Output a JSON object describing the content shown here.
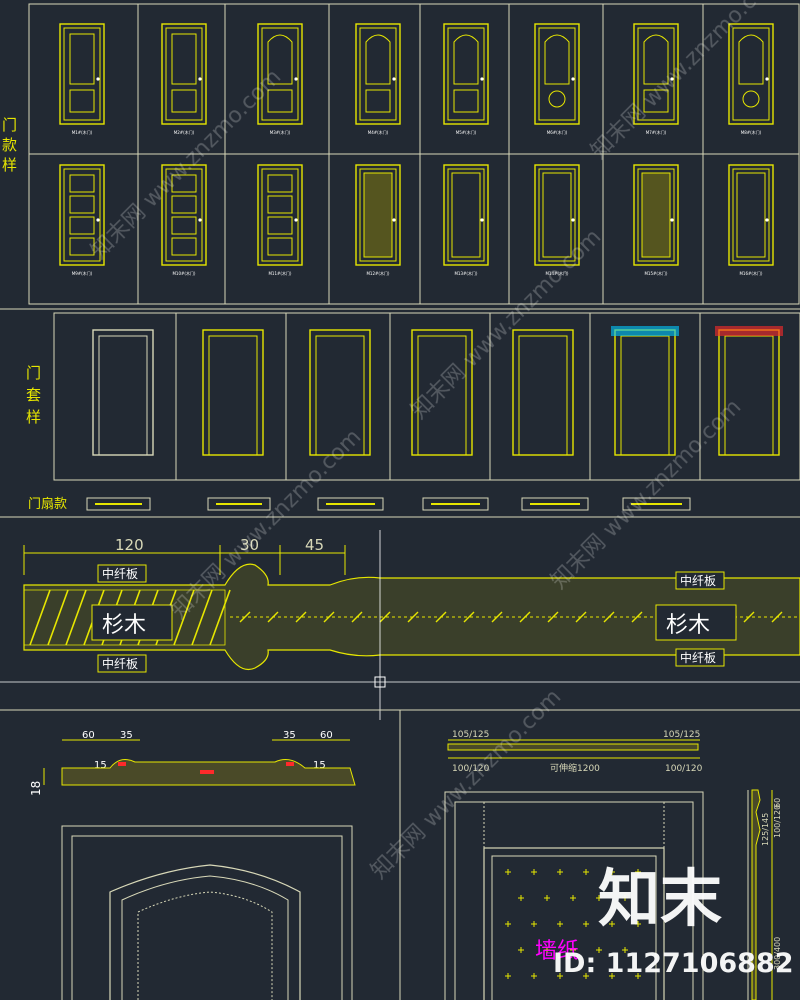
{
  "colors": {
    "background": "#222933",
    "line": "#e6e600",
    "frame": "#d8d8b8",
    "white": "#ffffff",
    "magenta": "#ff00ff",
    "red": "#ff2a2a",
    "cyan": "#00c8ff"
  },
  "sections": {
    "door_styles": {
      "label": "门\n款\n样"
    },
    "door_frames": {
      "label": "门\n套\n样"
    },
    "door_leaf": {
      "label": "门扇款"
    }
  },
  "door_captions": [
    "M1#(木门)",
    "M2#(木门)",
    "M3#(木门)",
    "M4#(木门)",
    "M5#(木门)",
    "M6#(木门)",
    "M7#(木门)",
    "M8#(木门)",
    "M9#(木门)",
    "M10#(木门)",
    "M11#(木门)",
    "M12#(木门)",
    "M13#(木门)",
    "M14#(木门)",
    "M15#(木门)",
    "M16#(木门)"
  ],
  "section_detail": {
    "dims_top": [
      "120",
      "30",
      "45"
    ],
    "labels": [
      "中纤板",
      "杉木",
      "中纤板",
      "中纤板",
      "杉木",
      "中纤板"
    ]
  },
  "panel_detail": {
    "dims": [
      "60",
      "35",
      "35",
      "60"
    ],
    "side_dims": [
      "15",
      "15",
      "18"
    ]
  },
  "wall_panel": {
    "dims_top": [
      "105/125",
      "105/125"
    ],
    "dims_bottom": [
      "100/120",
      "可伸缩1200",
      "100/120"
    ],
    "dims_side": [
      "60",
      "100/120",
      "125/145",
      "300/400"
    ],
    "wallpaper_label": "墙纸"
  },
  "watermark": {
    "brand": "知末",
    "id_text": "ID: 1127106882",
    "diagonal_text": "知末网 www.znzmo.com"
  }
}
